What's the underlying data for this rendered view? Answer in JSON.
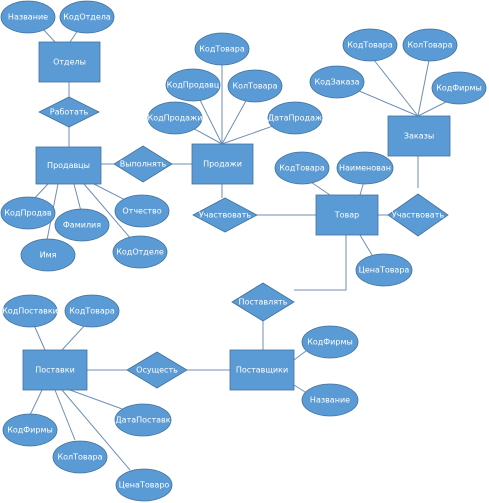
{
  "diagram": {
    "entities": {
      "otdely": "Отделы",
      "prodavtsy": "Продавцы",
      "prodazhi": "Продажи",
      "zakazy": "Заказы",
      "tovar": "Товар",
      "postavki": "Поставки",
      "postavshchiki": "Поставщики"
    },
    "relationships": {
      "rabotat": "Работать",
      "vypolnyat": "Выполнять",
      "uchastvovat_1": "Участвовать",
      "uchastvovat_2": "Участвовать",
      "postavlyat": "Поставлять",
      "osushchest": "Осущесть"
    },
    "attributes": {
      "otdely_nazvanie": "Название",
      "otdely_kodotdela": "КодОтдела",
      "prodavtsy_kodprodav": "КодПродав",
      "prodavtsy_imya": "Имя",
      "prodavtsy_familiya": "Фамилия",
      "prodavtsy_kodotdele": "КодОтделе",
      "prodavtsy_otchestvo": "Отчество",
      "prodazhi_kodtovara": "КодТовара",
      "prodazhi_kodprodavts": "КодПродавц",
      "prodazhi_koltovara": "КолТовара",
      "prodazhi_kodprodazhi": "КодПродажи",
      "prodazhi_dataprodazh": "ДатаПродаж",
      "zakazy_kodtovara": "КодТовара",
      "zakazy_koltovara": "КолТовара",
      "zakazy_kodzakaza": "КодЗаказа",
      "zakazy_kodfirmy": "КодФирмы",
      "tovar_kodtovara": "КодТовара",
      "tovar_naimenovan": "Наименован",
      "tovar_tsenatovara": "ЦенаТовара",
      "postavki_kodpostavki": "КодПоставки",
      "postavki_kodtovara": "КодТовара",
      "postavki_kodfirmy": "КодФирмы",
      "postavki_koltovara": "КолТовара",
      "postavki_datapostavk": "ДатаПоставк",
      "postavki_tsenatovaro": "ЦенаТоваро",
      "postavshchiki_kodfirmy": "КодФирмы",
      "postavshchiki_nazvanie": "Название"
    }
  }
}
